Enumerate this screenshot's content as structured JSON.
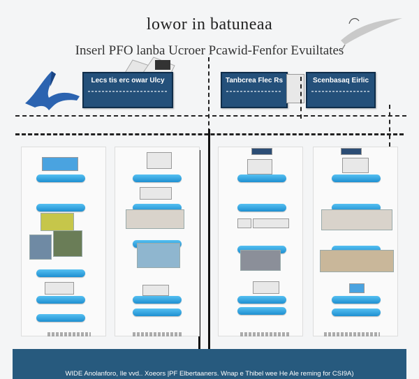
{
  "title": "lowor in batuneaa",
  "subtitle": "Inserl PFO lanba Ucroer Pcawid-Fenfor Evuiltates",
  "header_boxes": [
    {
      "label": "Lecs tis erc owar Ulcy"
    },
    {
      "label": "Tanbcrea Flec Rs"
    },
    {
      "label": "Scenbasaq Eirlic"
    }
  ],
  "footer": {
    "text": "WIDE Anolanforo, Ile vvd.. Xoeors |PF Elbertaaners. Wnap e Thibel wee He Ale reming for CSI9A)"
  },
  "icons": [
    "wing-logo-icon",
    "quill-icon"
  ]
}
